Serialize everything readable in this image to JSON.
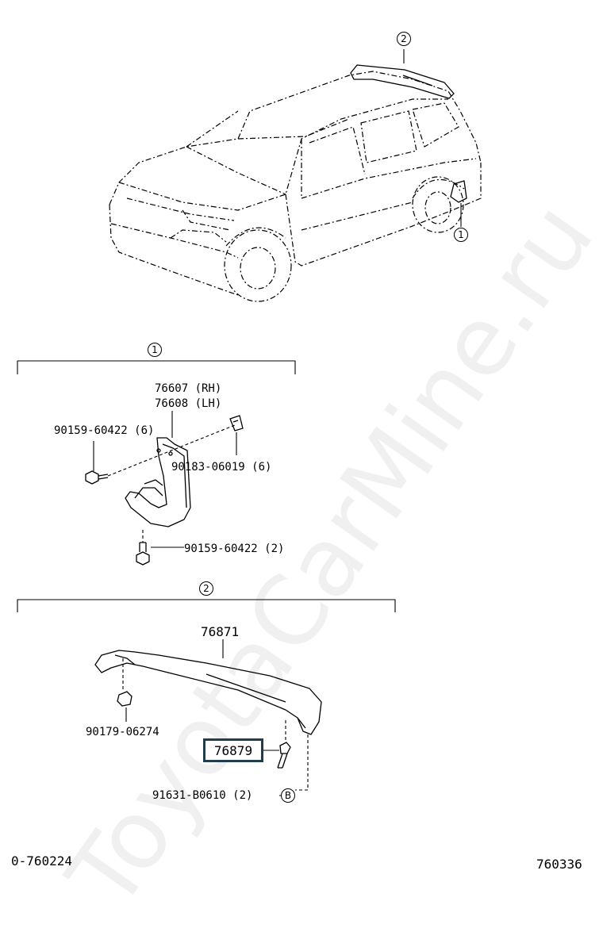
{
  "watermark": "ToyotaCarMine.ru",
  "callouts": {
    "spoiler_top": "2",
    "mudguard_car": "1",
    "section1": "1",
    "section2": "2",
    "bolt_b": "B"
  },
  "section1": {
    "part_rh": "76607 (RH)",
    "part_lh": "76608 (LH)",
    "screw_top": "90159-60422 (6)",
    "nut": "90183-06019 (6)",
    "screw_bottom": "90159-60422 (2)"
  },
  "section2": {
    "spoiler": "76871",
    "nut": "90179-06274",
    "highlighted_part": "76879",
    "bolt": "91631-B0610 (2)"
  },
  "footer": {
    "left_code": "0-760224",
    "right_code": "760336"
  },
  "colors": {
    "line": "#000000",
    "highlight_border": "#1f3d4a"
  }
}
